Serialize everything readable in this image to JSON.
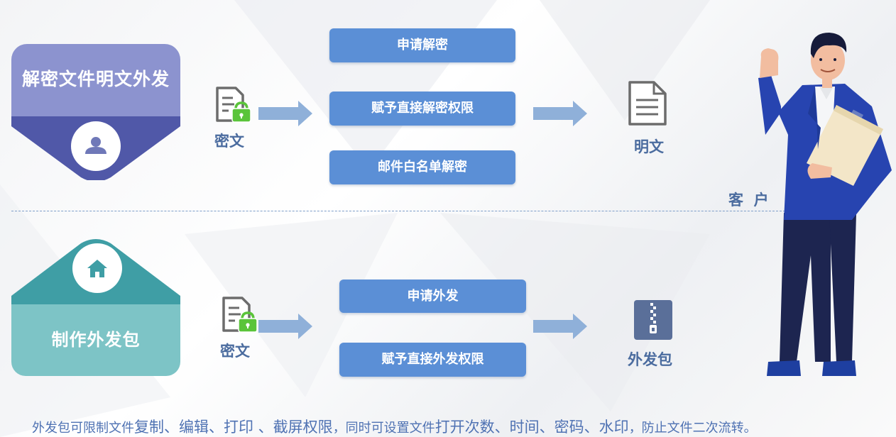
{
  "top_section": {
    "badge_title": "解密文件明文外发",
    "source_label": "密文",
    "options": [
      "申请解密",
      "赋予直接解密权限",
      "邮件白名单解密"
    ],
    "result_label": "明文"
  },
  "bottom_section": {
    "badge_title": "制作外发包",
    "source_label": "密文",
    "options": [
      "申请外发",
      "赋予直接外发权限"
    ],
    "result_label": "外发包"
  },
  "customer_label": "客  户",
  "footer": {
    "parts": [
      "外发包可限制文件",
      "复制、编辑、打印 、截屏权限",
      "，同时可设置文件",
      "打开次数、时间、密码、水印",
      "，防止文件二次流转。"
    ]
  },
  "colors": {
    "badge_top": "#8c93cf",
    "badge_top_dark": "#5058a8",
    "badge_bottom": "#7dc4c6",
    "badge_bottom_dark": "#3f9ea5",
    "pill": "#5b8fd6",
    "arrow": "#8fb0d9",
    "lock": "#5ac43a",
    "label": "#4b6c9f"
  }
}
